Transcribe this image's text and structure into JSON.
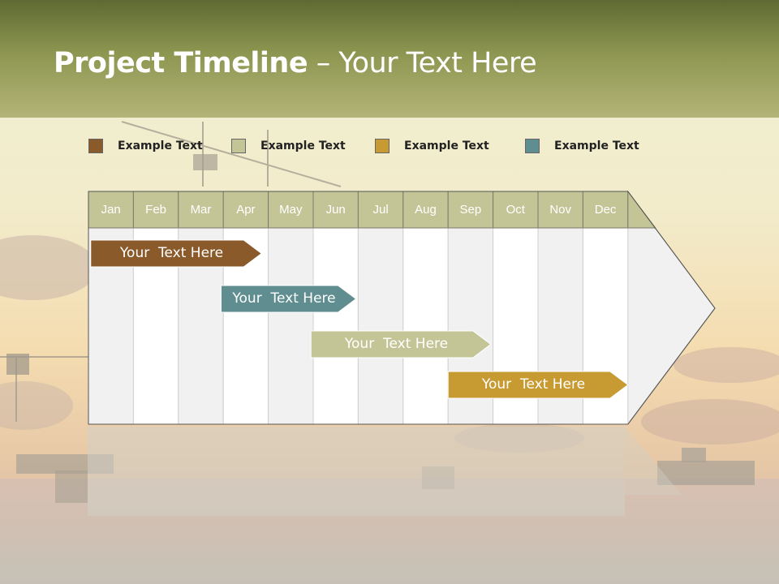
{
  "title": {
    "bold": "Project Timeline",
    "rest": " – Your Text Here"
  },
  "colors": {
    "brown": "#8a5a2b",
    "olive": "#c4c597",
    "gold": "#c89a32",
    "teal": "#5f8d90",
    "header": "#c4c597",
    "grid_odd": "#f1f1f1",
    "grid_even": "#ffffff"
  },
  "legend": [
    {
      "label": "Example Text",
      "color": "#8a5a2b"
    },
    {
      "label": "Example Text",
      "color": "#c4c597"
    },
    {
      "label": "Example Text",
      "color": "#c89a32"
    },
    {
      "label": "Example Text",
      "color": "#5f8d90"
    }
  ],
  "months": [
    "Jan",
    "Feb",
    "Mar",
    "Apr",
    "May",
    "Jun",
    "Jul",
    "Aug",
    "Sep",
    "Oct",
    "Nov",
    "Dec"
  ],
  "tasks": [
    {
      "label": "Your  Text Here",
      "color": "#8a5a2b",
      "start_month": 0.05,
      "end_month": 3.85
    },
    {
      "label": "Your  Text Here",
      "color": "#5f8d90",
      "start_month": 2.95,
      "end_month": 5.95
    },
    {
      "label": "Your  Text Here",
      "color": "#c4c597",
      "start_month": 4.95,
      "end_month": 8.95
    },
    {
      "label": "Your  Text Here",
      "color": "#c89a32",
      "start_month": 8.0,
      "end_month": 12.0
    }
  ]
}
